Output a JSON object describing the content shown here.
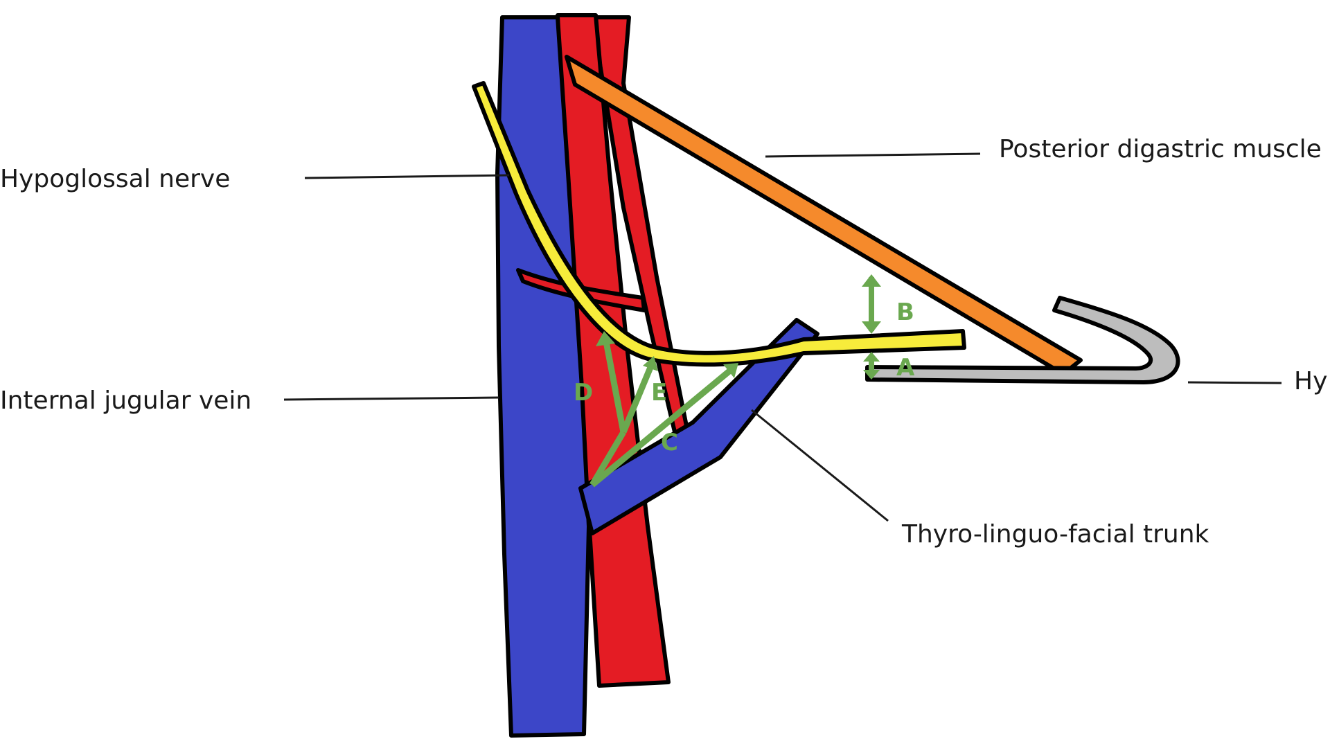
{
  "colors": {
    "vein": "#3c46c8",
    "artery": "#e41c24",
    "muscle": "#f58a2c",
    "nerve": "#f7ec3b",
    "bone": "#bdbdbd",
    "measure": "#6aa84f",
    "outline": "#000000"
  },
  "labels": {
    "hypoglossal_nerve": "Hypoglossal nerve",
    "internal_jugular_vein": "Internal jugular vein",
    "posterior_digastric_muscle": "Posterior digastric muscle",
    "thyro_linguo_facial_trunk": "Thyro-linguo-facial trunk",
    "hyoid_partial": "Hy"
  },
  "measurements": {
    "A": "A",
    "B": "B",
    "C": "C",
    "D": "D",
    "E": "E"
  }
}
